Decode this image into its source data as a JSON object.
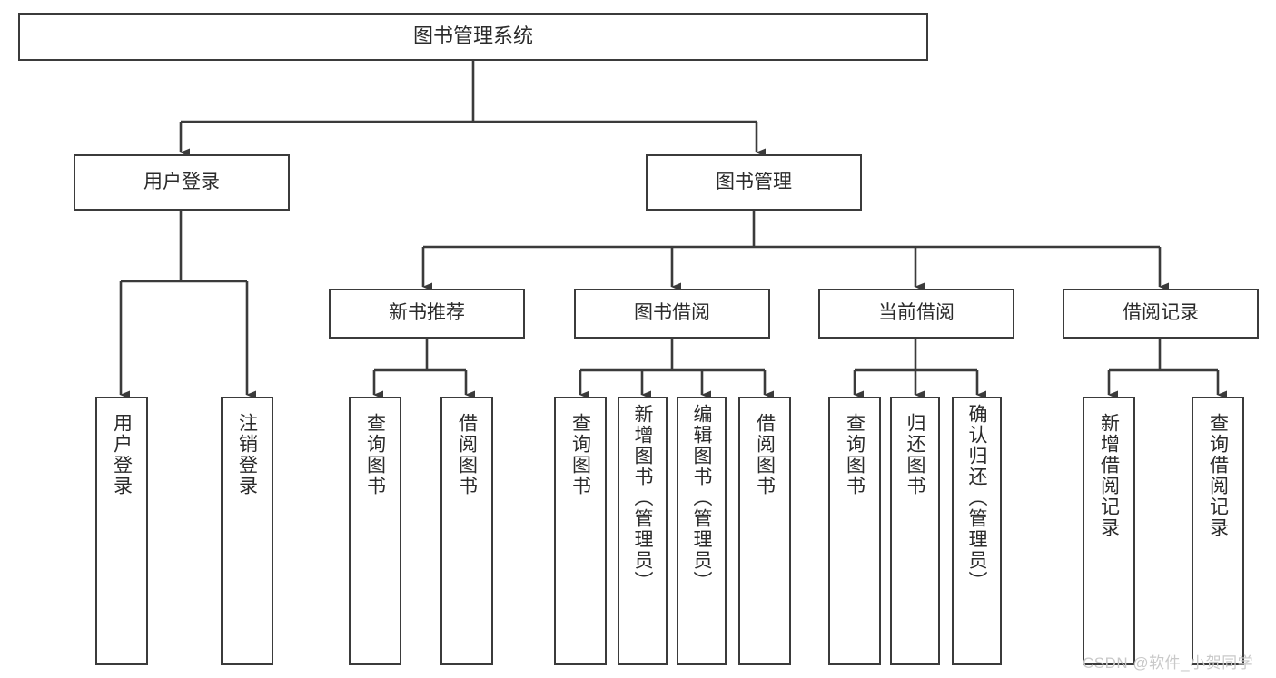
{
  "diagram": {
    "type": "tree-hierarchy",
    "orientation": "top-down",
    "title_text": "图书管理系统",
    "stroke_color": "#3b3b3b",
    "background_color": "#ffffff",
    "text_color": "#2b2b2b",
    "levels": [
      {
        "level": 1,
        "nodes": [
          {
            "id": "root",
            "label": "图书管理系统",
            "text_direction": "horizontal"
          }
        ]
      },
      {
        "level": 2,
        "nodes": [
          {
            "id": "user-login",
            "label": "用户登录",
            "text_direction": "horizontal"
          },
          {
            "id": "book-manage",
            "label": "图书管理",
            "text_direction": "horizontal"
          }
        ]
      },
      {
        "level": 3,
        "nodes": [
          {
            "id": "new-book-recommend",
            "label": "新书推荐",
            "text_direction": "horizontal"
          },
          {
            "id": "book-borrow",
            "label": "图书借阅",
            "text_direction": "horizontal"
          },
          {
            "id": "current-borrow",
            "label": "当前借阅",
            "text_direction": "horizontal"
          },
          {
            "id": "borrow-record",
            "label": "借阅记录",
            "text_direction": "horizontal"
          }
        ]
      },
      {
        "level": 4,
        "nodes": [
          {
            "id": "leaf-user-login",
            "parent": "user-login",
            "label": "用户登录",
            "text_direction": "vertical"
          },
          {
            "id": "leaf-logout-login",
            "parent": "user-login",
            "label": "注销登录",
            "text_direction": "vertical"
          },
          {
            "id": "leaf-query-book-1",
            "parent": "new-book-recommend",
            "label": "查询图书",
            "text_direction": "vertical"
          },
          {
            "id": "leaf-borrow-book-1",
            "parent": "new-book-recommend",
            "label": "借阅图书",
            "text_direction": "vertical"
          },
          {
            "id": "leaf-query-book-2",
            "parent": "book-borrow",
            "label": "查询图书",
            "text_direction": "vertical"
          },
          {
            "id": "leaf-add-book",
            "parent": "book-borrow",
            "label": "新增图书（管理员）",
            "text_direction": "vertical"
          },
          {
            "id": "leaf-edit-book",
            "parent": "book-borrow",
            "label": "编辑图书（管理员）",
            "text_direction": "vertical"
          },
          {
            "id": "leaf-borrow-book-2",
            "parent": "book-borrow",
            "label": "借阅图书",
            "text_direction": "vertical"
          },
          {
            "id": "leaf-query-book-3",
            "parent": "current-borrow",
            "label": "查询图书",
            "text_direction": "vertical"
          },
          {
            "id": "leaf-return-book",
            "parent": "current-borrow",
            "label": "归还图书",
            "text_direction": "vertical"
          },
          {
            "id": "leaf-confirm-return",
            "parent": "current-borrow",
            "label": "确认归还（管理员）",
            "text_direction": "vertical"
          },
          {
            "id": "leaf-add-borrow-record",
            "parent": "borrow-record",
            "label": "新增借阅记录",
            "text_direction": "vertical"
          },
          {
            "id": "leaf-query-borrow-record",
            "parent": "borrow-record",
            "label": "查询借阅记录",
            "text_direction": "vertical"
          }
        ]
      }
    ]
  },
  "watermark": {
    "text": "CSDN @软件_小贺同学"
  }
}
